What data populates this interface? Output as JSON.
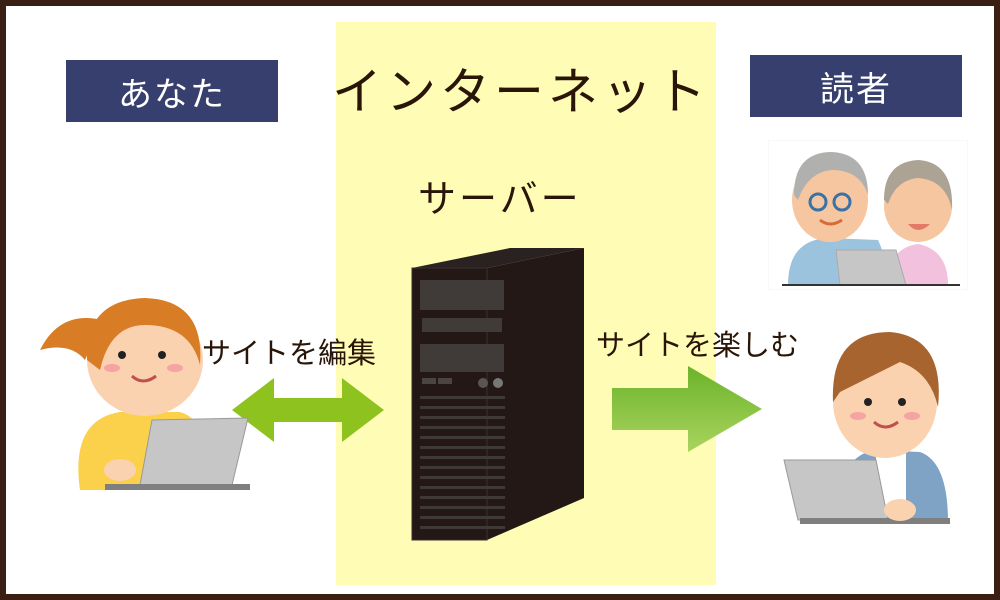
{
  "labels": {
    "you": "あなた",
    "internet": "インターネット",
    "readers": "読者",
    "server": "サーバー"
  },
  "arrows": {
    "edit": "サイトを編集",
    "enjoy": "サイトを楽しむ"
  },
  "colors": {
    "border": "#3b1f12",
    "label_bg": "#363f6e",
    "internet_bg": "#fffcb6",
    "arrow": "#8dc21f",
    "server": "#231815"
  }
}
